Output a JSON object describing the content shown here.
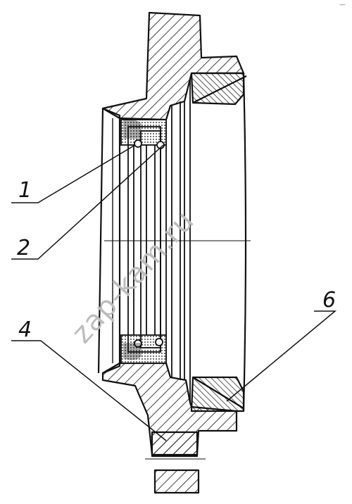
{
  "drawing": {
    "watermark": "zap-kam.ru",
    "corner_mark": "—",
    "callouts": [
      {
        "id": "callout-1",
        "label": "1"
      },
      {
        "id": "callout-2",
        "label": "2"
      },
      {
        "id": "callout-4",
        "label": "4"
      },
      {
        "id": "callout-6",
        "label": "6"
      }
    ]
  },
  "colors": {
    "ink": "#111111",
    "background": "#ffffff",
    "watermark": "#bdbdbd"
  }
}
